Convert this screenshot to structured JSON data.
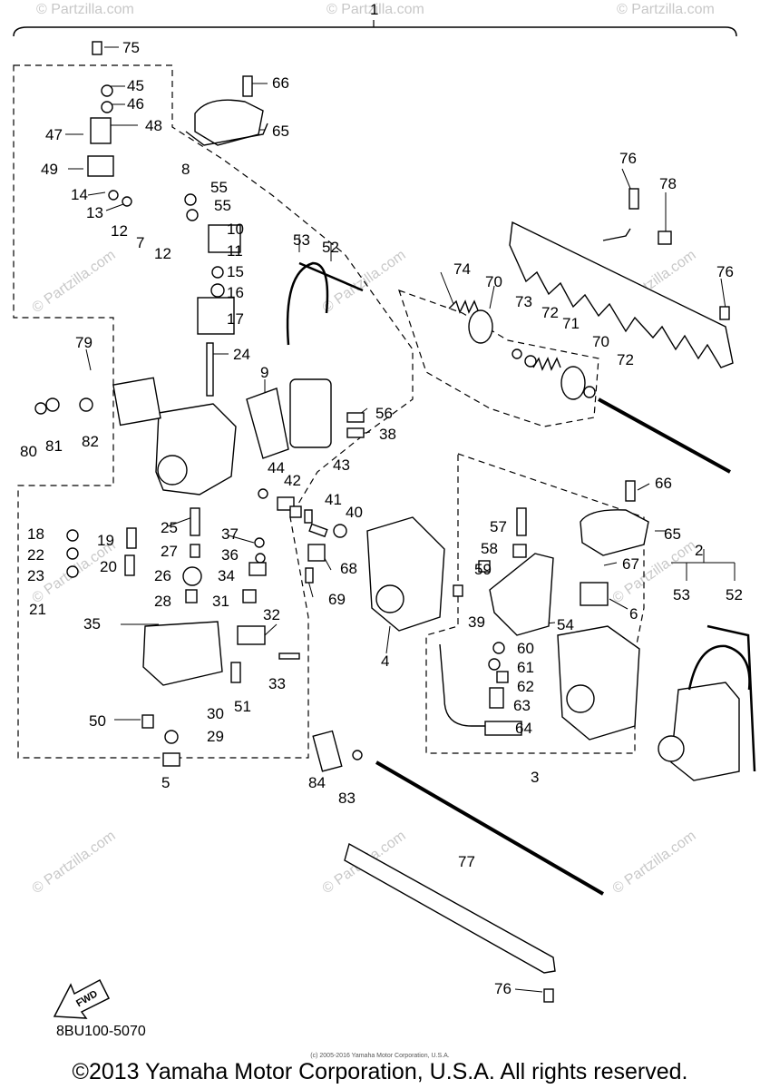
{
  "labels": [
    "1",
    "75",
    "45",
    "46",
    "47",
    "48",
    "49",
    "8",
    "55",
    "14",
    "13",
    "12",
    "7",
    "55",
    "12",
    "10",
    "11",
    "15",
    "16",
    "17",
    "66",
    "65",
    "53",
    "52",
    "74",
    "70",
    "73",
    "72",
    "71",
    "70",
    "72",
    "76",
    "78",
    "76",
    "79",
    "24",
    "9",
    "56",
    "38",
    "80",
    "81",
    "82",
    "44",
    "42",
    "43",
    "41",
    "40",
    "18",
    "22",
    "19",
    "23",
    "20",
    "21",
    "25",
    "27",
    "26",
    "28",
    "37",
    "36",
    "34",
    "31",
    "32",
    "35",
    "33",
    "30",
    "29",
    "51",
    "50",
    "5",
    "68",
    "69",
    "4",
    "39",
    "57",
    "58",
    "59",
    "60",
    "61",
    "62",
    "63",
    "64",
    "54",
    "6",
    "66",
    "65",
    "67",
    "2",
    "53",
    "52",
    "3",
    "84",
    "83",
    "77",
    "76"
  ],
  "fwd_text": "FWD",
  "watermark_text": "© Partzilla.com",
  "diagram_code": "8BU100-5070",
  "small_copyright": "(c) 2005-2016 Yamaha Motor Corporation, U.S.A.",
  "copyright": "©2013 Yamaha Motor Corporation, U.S.A. All rights reserved."
}
